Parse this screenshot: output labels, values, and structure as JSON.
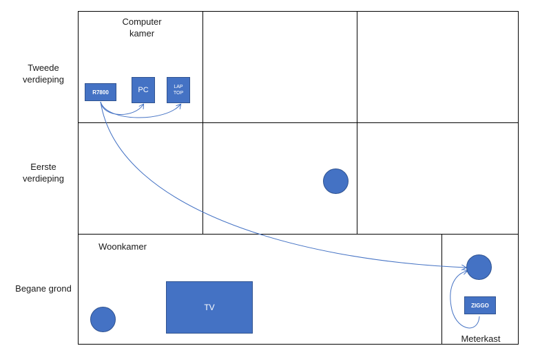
{
  "floors": {
    "second": {
      "line1": "Tweede",
      "line2": "verdieping"
    },
    "first": {
      "line1": "Eerste",
      "line2": "verdieping"
    },
    "ground": {
      "line1": "Begane grond"
    }
  },
  "rooms": {
    "computer": {
      "line1": "Computer",
      "line2": "kamer"
    },
    "living": {
      "label": "Woonkamer"
    },
    "meter": {
      "label": "Meterkast"
    }
  },
  "devices": {
    "r7800": {
      "label": "R7800"
    },
    "pc": {
      "label": "PC"
    },
    "laptop": {
      "line1": "LAP",
      "line2": "TOP"
    },
    "tv": {
      "label": "TV"
    },
    "ziggo": {
      "label": "ZIGGO"
    }
  },
  "colors": {
    "device_fill": "#4472c4",
    "device_border": "#2f528f",
    "connector": "#4472c4"
  }
}
